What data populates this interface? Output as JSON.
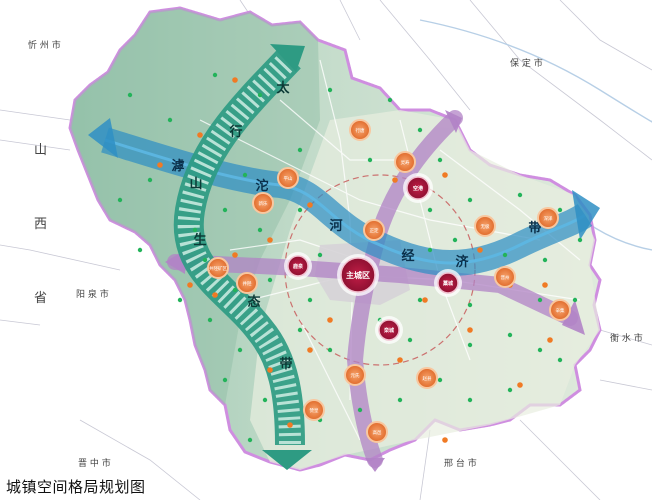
{
  "caption": "城镇空间格局规划图",
  "regions": {
    "xinzhou": "忻 州 市",
    "baoding": "保 定 市",
    "shanxi_chars": [
      "山",
      "西",
      "省"
    ],
    "yangquan": "阳 泉 市",
    "jinzhong": "晋 中 市",
    "xingtai": "邢 台 市",
    "hengshui": "衡 水 市"
  },
  "belts": {
    "ecology_belt_chars": [
      "太",
      "行",
      "山",
      "生",
      "态",
      "带"
    ],
    "hutuo_belt_chars": [
      "滹",
      "沱",
      "河",
      "经",
      "济",
      "带"
    ]
  },
  "core_nodes": [
    {
      "id": "main-city",
      "label": "主城区"
    },
    {
      "id": "luquan",
      "label": "鹿泉"
    },
    {
      "id": "zhengding",
      "label": "空港"
    },
    {
      "id": "gaocheng",
      "label": "藁城"
    },
    {
      "id": "luancheng",
      "label": "栾城"
    }
  ],
  "county_nodes": [
    {
      "id": "n1",
      "label": "行唐"
    },
    {
      "id": "n2",
      "label": "灵寿"
    },
    {
      "id": "n3",
      "label": "平山"
    },
    {
      "id": "n4",
      "label": "新乐"
    },
    {
      "id": "n5",
      "label": "正定"
    },
    {
      "id": "n6",
      "label": "无极"
    },
    {
      "id": "n7",
      "label": "深泽"
    },
    {
      "id": "n8",
      "label": "晋州"
    },
    {
      "id": "n9",
      "label": "辛集"
    },
    {
      "id": "n10",
      "label": "井陉矿区"
    },
    {
      "id": "n11",
      "label": "井陉"
    },
    {
      "id": "n12",
      "label": "元氏"
    },
    {
      "id": "n13",
      "label": "赵县"
    },
    {
      "id": "n14",
      "label": "赞皇"
    },
    {
      "id": "n15",
      "label": "高邑"
    }
  ],
  "colors": {
    "land_green": "#cfe3d3",
    "forest_green": "#9cc8b0",
    "ecology_band": "#2e9b83",
    "river_band": "#2f8fc4",
    "purple_axis": "#b183c6",
    "core_red": "#a3163a",
    "county_orange": "#e57c3c",
    "town_green": "#23b35a",
    "town_orange": "#f07a24",
    "border_pink": "#cf8ee0"
  }
}
